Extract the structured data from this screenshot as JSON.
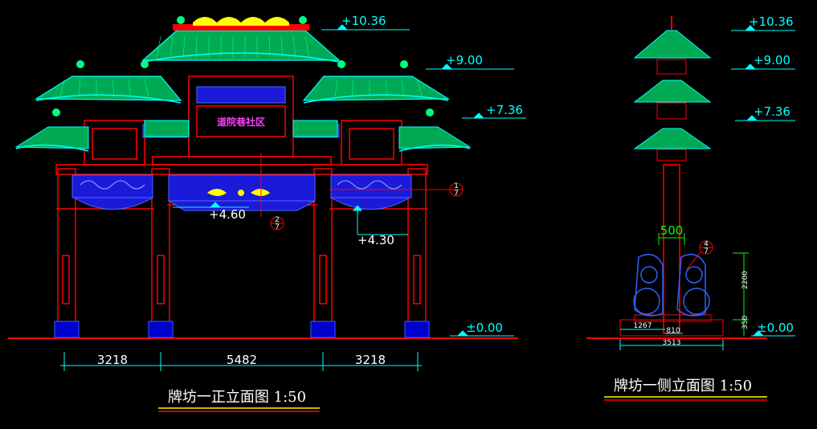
{
  "front_view": {
    "title": "牌坊一正立面图 1:50",
    "sign_text": "道院巷社区",
    "levels": [
      "+10.36",
      "+9.00",
      "+7.36",
      "+4.60",
      "+4.30",
      "±0.00"
    ],
    "dimensions": [
      "3218",
      "5482",
      "3218"
    ],
    "detail_marks": [
      {
        "num": "1",
        "den": "7"
      },
      {
        "num": "2",
        "den": "7"
      }
    ]
  },
  "side_view": {
    "title": "牌坊一侧立面图 1:50",
    "levels": [
      "+10.36",
      "+9.00",
      "+7.36",
      "±0.00"
    ],
    "dimensions": [
      "500",
      "2200",
      "350",
      "1267",
      "810",
      "3513"
    ],
    "detail_marks": [
      {
        "num": "4",
        "den": "7"
      }
    ]
  },
  "colors": {
    "structure": "#ff0000",
    "roof": "#00ff80",
    "roof_edge": "#00ffff",
    "ornament": "#ffff00",
    "frieze": "#3030ff",
    "text": "#ffffff"
  }
}
